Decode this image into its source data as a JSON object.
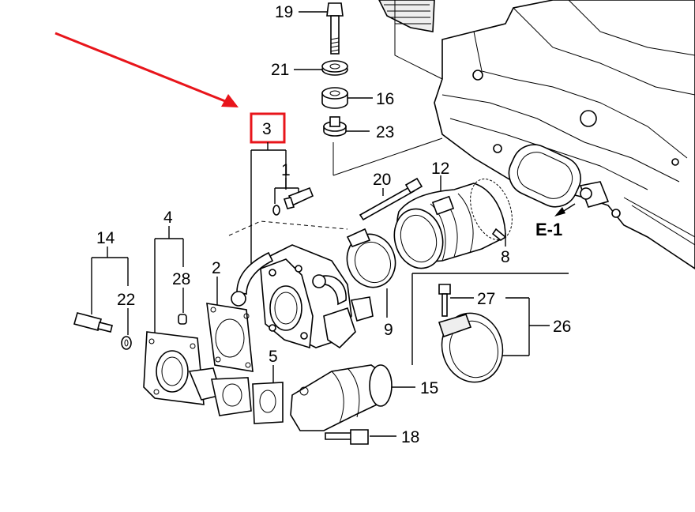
{
  "callouts": {
    "c1": "1",
    "c2": "2",
    "c3": "3",
    "c4": "4",
    "c5": "5",
    "c8": "8",
    "c9": "9",
    "c12": "12",
    "c14": "14",
    "c15": "15",
    "c16": "16",
    "c18": "18",
    "c19": "19",
    "c20": "20",
    "c21": "21",
    "c22": "22",
    "c23": "23",
    "c26": "26",
    "c27": "27",
    "c28": "28",
    "e1": "E-1"
  },
  "colors": {
    "highlight": "#e8151b",
    "line": "#000000",
    "background": "#ffffff"
  }
}
